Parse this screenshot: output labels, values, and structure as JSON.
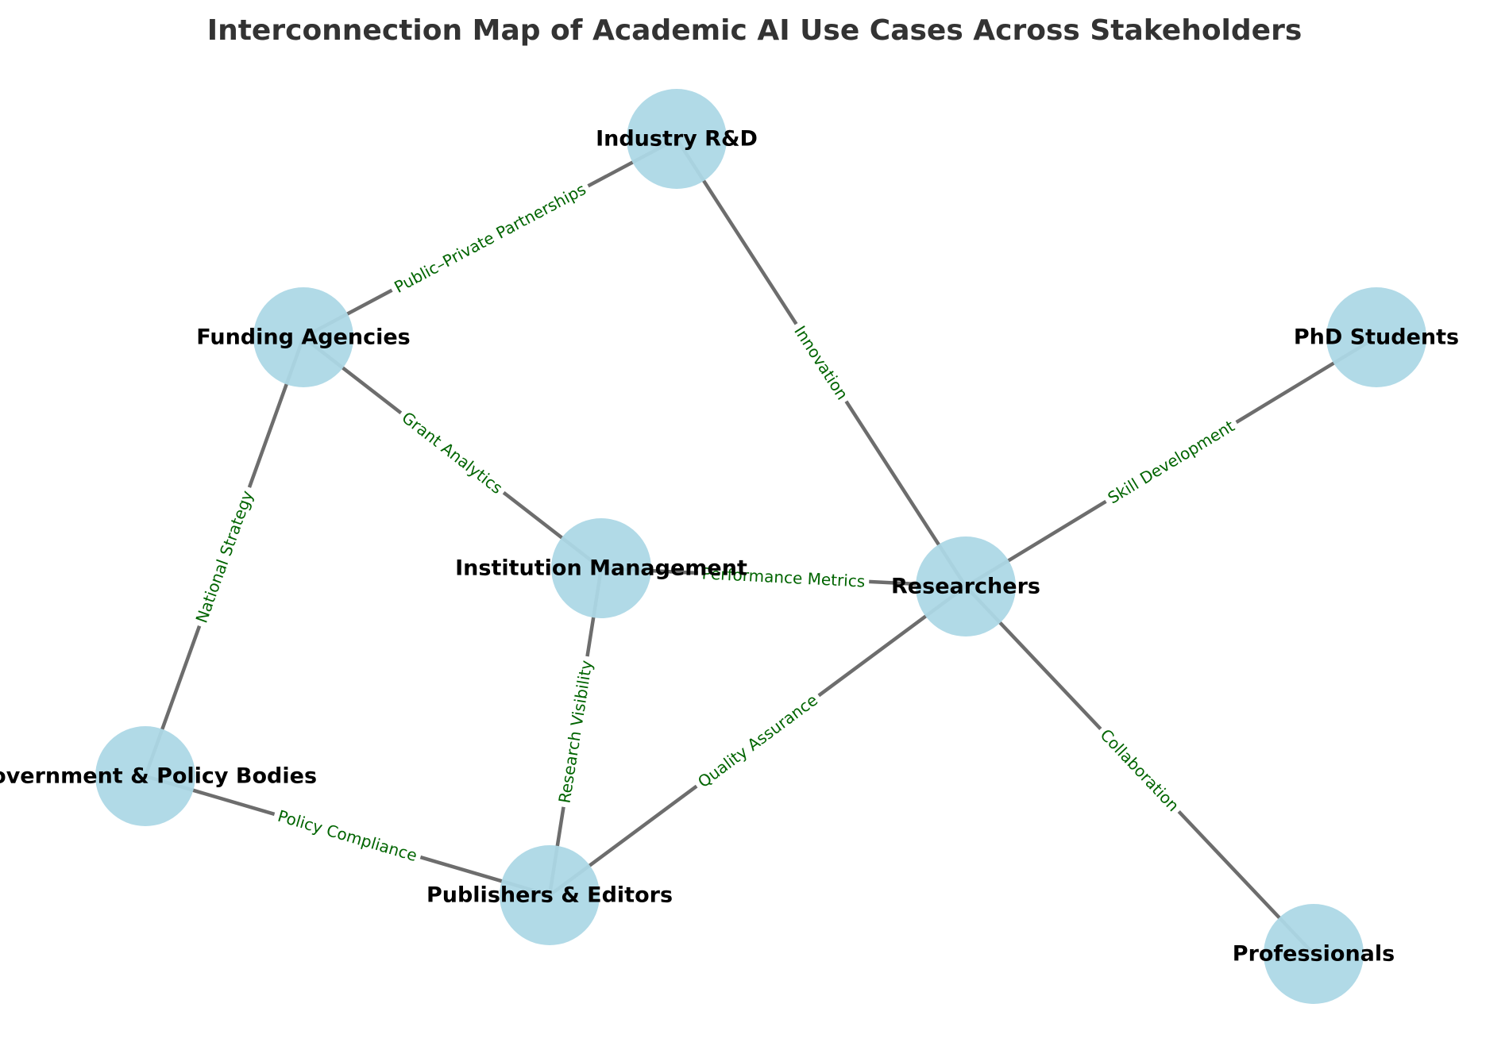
{
  "title": "Interconnection Map of Academic AI Use Cases Across Stakeholders",
  "colors": {
    "node": "#add8e6",
    "edge": "#666666",
    "edge_label": "#006400",
    "title": "#333333"
  },
  "nodes": [
    {
      "id": "industry",
      "label": "Industry R&D"
    },
    {
      "id": "funding",
      "label": "Funding Agencies"
    },
    {
      "id": "phd",
      "label": "PhD Students"
    },
    {
      "id": "institution",
      "label": "Institution Management"
    },
    {
      "id": "researchers",
      "label": "Researchers"
    },
    {
      "id": "government",
      "label": "Government & Policy Bodies"
    },
    {
      "id": "publishers",
      "label": "Publishers & Editors"
    },
    {
      "id": "professionals",
      "label": "Professionals"
    }
  ],
  "edges": [
    {
      "source": "funding",
      "target": "industry",
      "label": "Public–Private Partnerships"
    },
    {
      "source": "industry",
      "target": "researchers",
      "label": "Innovation"
    },
    {
      "source": "funding",
      "target": "institution",
      "label": "Grant Analytics"
    },
    {
      "source": "funding",
      "target": "government",
      "label": "National Strategy"
    },
    {
      "source": "institution",
      "target": "researchers",
      "label": "Performance Metrics"
    },
    {
      "source": "researchers",
      "target": "phd",
      "label": "Skill Development"
    },
    {
      "source": "institution",
      "target": "publishers",
      "label": "Research Visibility"
    },
    {
      "source": "researchers",
      "target": "publishers",
      "label": "Quality Assurance"
    },
    {
      "source": "researchers",
      "target": "professionals",
      "label": "Collaboration"
    },
    {
      "source": "government",
      "target": "publishers",
      "label": "Policy Compliance"
    }
  ]
}
